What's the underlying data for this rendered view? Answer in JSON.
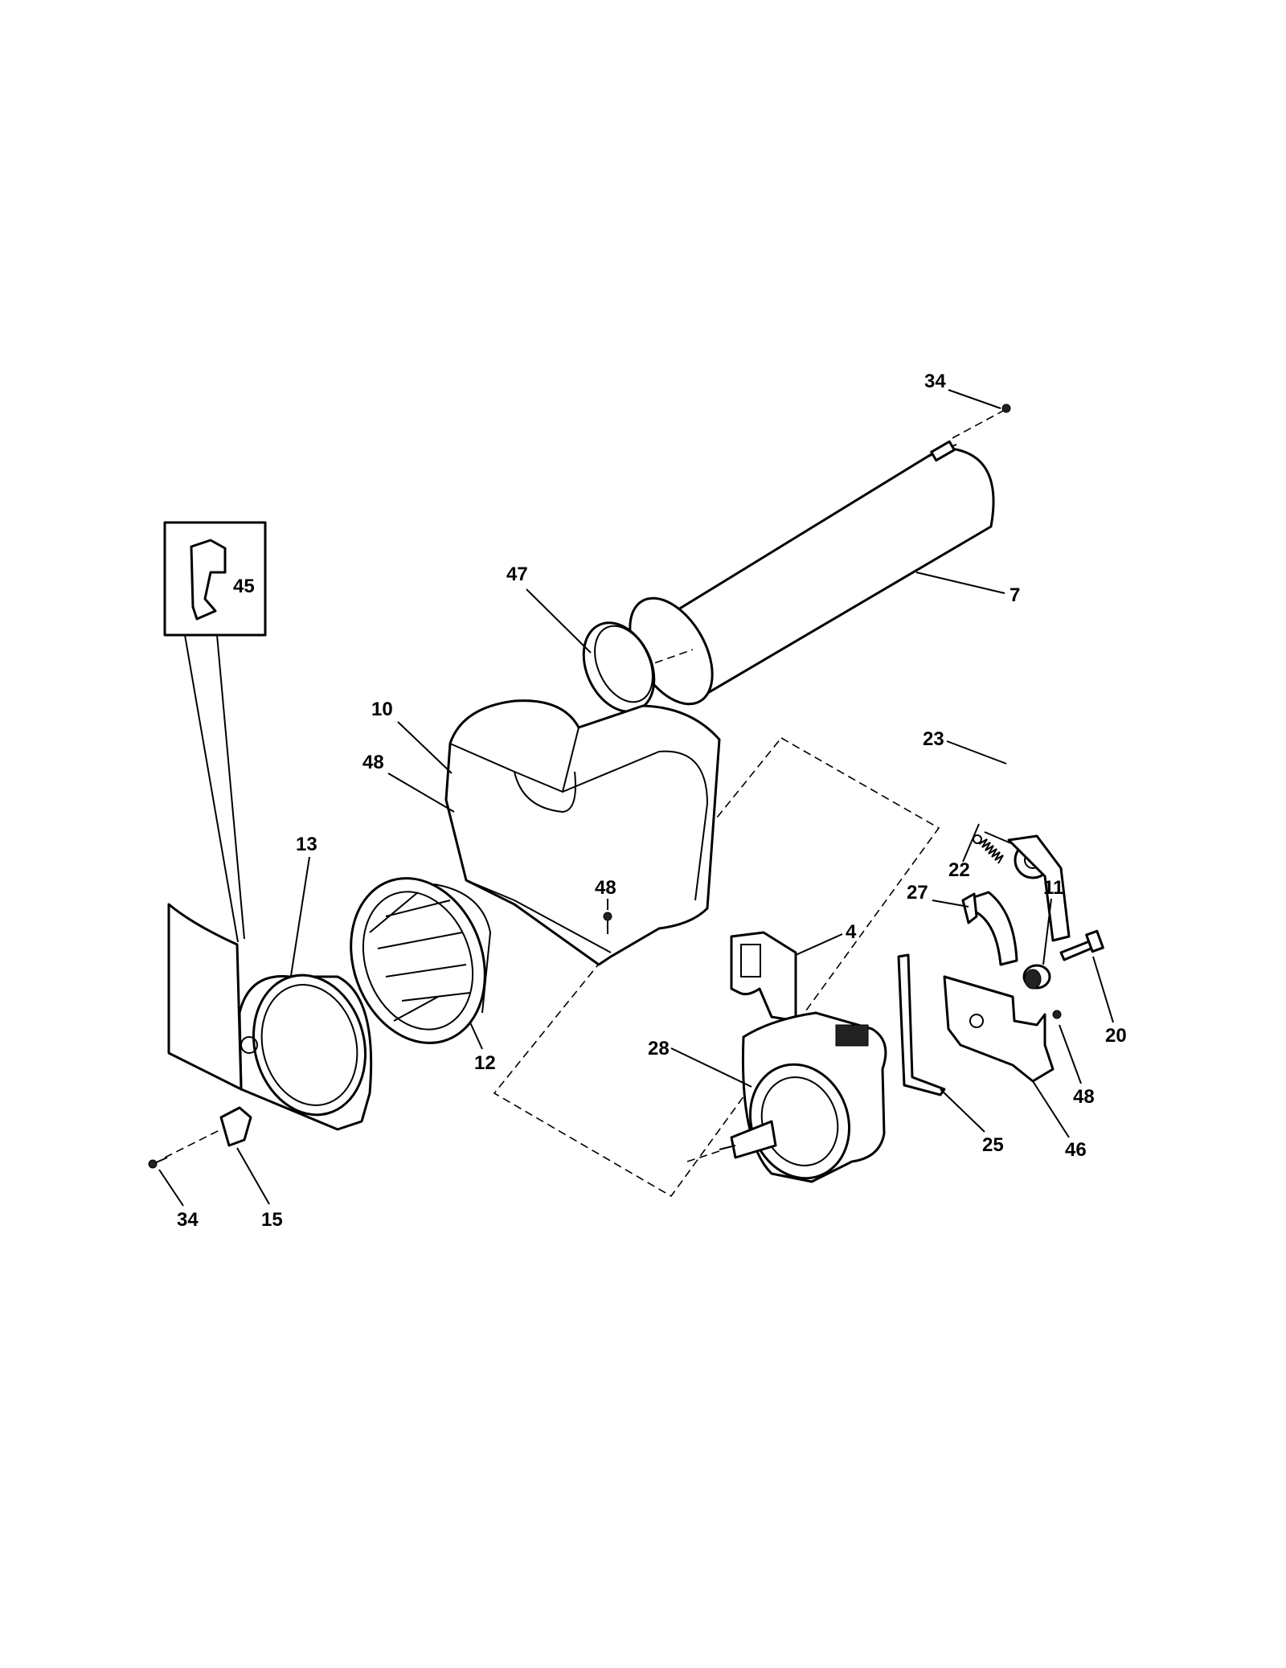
{
  "labels": {
    "p34_top": "34",
    "p7": "7",
    "p47": "47",
    "p45": "45",
    "p10": "10",
    "p48_left": "48",
    "p13": "13",
    "p48_mid": "48",
    "p23": "23",
    "p22": "22",
    "p27": "27",
    "p11": "11",
    "p4": "4",
    "p20": "20",
    "p28": "28",
    "p12": "12",
    "p48_right": "48",
    "p25": "25",
    "p46": "46",
    "p34_bottom": "34",
    "p15": "15"
  }
}
